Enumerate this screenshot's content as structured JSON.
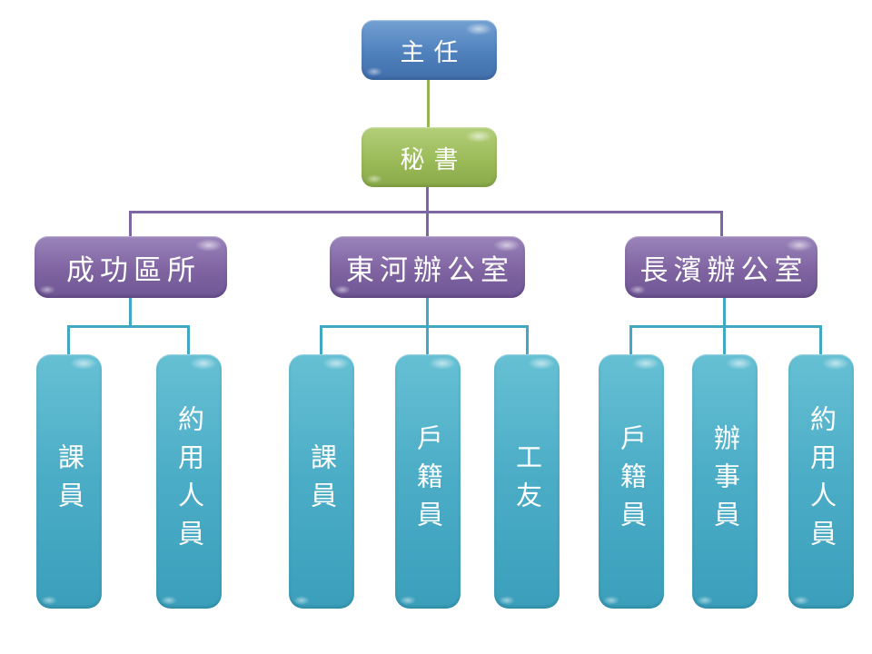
{
  "diagram": {
    "type": "org-chart",
    "background": "#ffffff",
    "nodes": {
      "director": {
        "label": "主任",
        "color": "#4f81bd"
      },
      "secretary": {
        "label": "秘書",
        "color": "#9bbb59"
      }
    },
    "branches": [
      {
        "label": "成功區所",
        "color": "#8064a2",
        "children": [
          {
            "label": "課員",
            "color": "#4bacc6"
          },
          {
            "label": "約用人員",
            "color": "#4bacc6"
          }
        ]
      },
      {
        "label": "東河辦公室",
        "color": "#8064a2",
        "children": [
          {
            "label": "課員",
            "color": "#4bacc6"
          },
          {
            "label": "戶籍員",
            "color": "#4bacc6"
          },
          {
            "label": "工友",
            "color": "#4bacc6"
          }
        ]
      },
      {
        "label": "長濱辦公室",
        "color": "#8064a2",
        "children": [
          {
            "label": "戶籍員",
            "color": "#4bacc6"
          },
          {
            "label": "辦事員",
            "color": "#4bacc6"
          },
          {
            "label": "約用人員",
            "color": "#4bacc6"
          }
        ]
      }
    ],
    "connector_colors": {
      "director_to_secretary": "#94b454",
      "secretary_to_branches": "#7d67a3",
      "branch_to_children": "#41a8c2"
    },
    "text_color": "#ffffff"
  }
}
